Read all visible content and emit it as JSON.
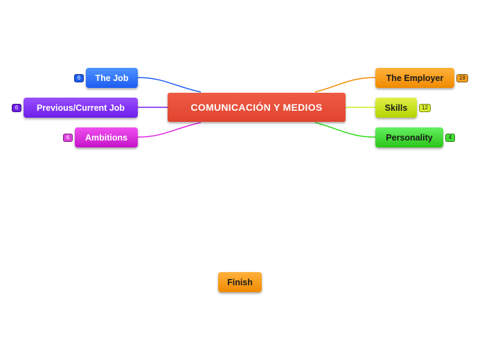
{
  "central": {
    "label": "COMUNICACIÓN Y MEDIOS"
  },
  "left_topics": [
    {
      "label": "The Job",
      "count": "6",
      "color": "#1c5cf2"
    },
    {
      "label": "Previous/Current Job",
      "count": "6",
      "color": "#6d1ee8"
    },
    {
      "label": "Ambitions",
      "count": "6",
      "color": "#e020e0"
    }
  ],
  "right_topics": [
    {
      "label": "The Employer",
      "count": "19",
      "color": "#f08a00"
    },
    {
      "label": "Skills",
      "count": "12",
      "color": "#c8e600"
    },
    {
      "label": "Personality",
      "count": "4",
      "color": "#2cdc1a"
    }
  ],
  "floating": {
    "label": "Finish",
    "color": "#f08a00"
  }
}
